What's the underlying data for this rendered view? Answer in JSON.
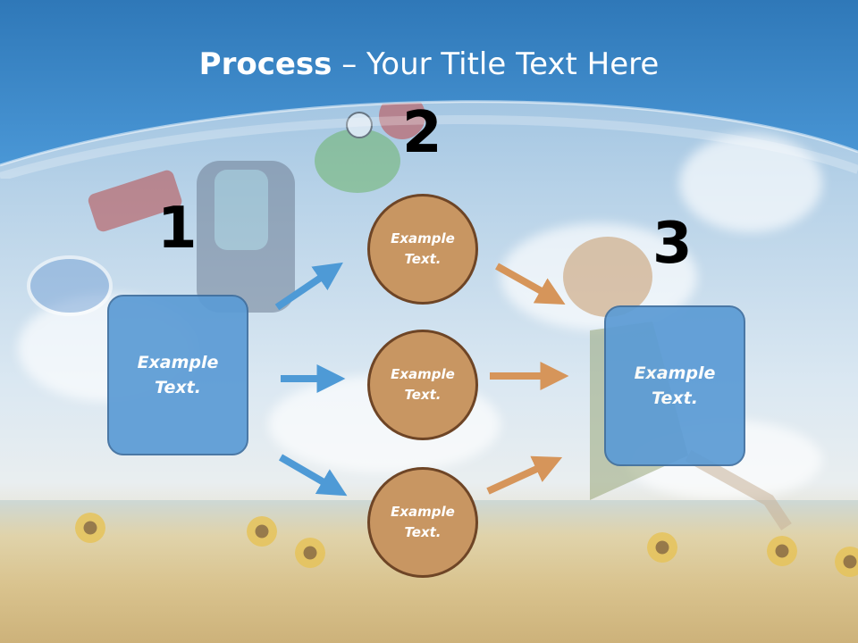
{
  "title": {
    "bold": "Process",
    "dash": " – ",
    "rest": "Your Title Text Here"
  },
  "numbers": {
    "n1": "1",
    "n2": "2",
    "n3": "3"
  },
  "left_box": {
    "text": "Example\nText."
  },
  "right_box": {
    "text": "Example\nText."
  },
  "circles": [
    {
      "text": "Example\nText."
    },
    {
      "text": "Example\nText."
    },
    {
      "text": "Example\nText."
    }
  ],
  "colors": {
    "band_blue": "#3d86c6",
    "box_blue": "#5b9bd5",
    "circle_fill": "#c89662",
    "circle_border": "#6e4526",
    "blue_arrow": "#4e9ad6",
    "orange_arrow": "#d6955a"
  }
}
